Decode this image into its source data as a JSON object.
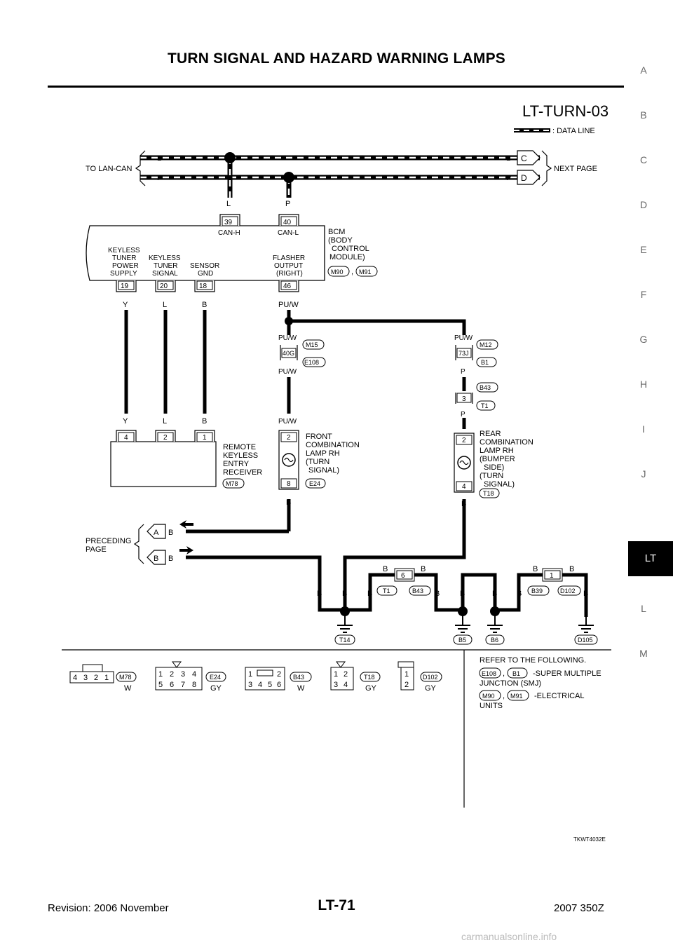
{
  "header": {
    "title": "TURN SIGNAL AND HAZARD WARNING LAMPS",
    "diagram_code": "LT-TURN-03"
  },
  "side_index": {
    "letters": [
      "A",
      "B",
      "C",
      "D",
      "E",
      "F",
      "G",
      "H",
      "I",
      "J",
      "LT",
      "L",
      "M"
    ],
    "active": "LT"
  },
  "legend": {
    "data_line": ": DATA LINE"
  },
  "labels": {
    "to_lan_can": "TO LAN-CAN",
    "next_page": "NEXT PAGE",
    "preceding_page": [
      "PRECEDING",
      "PAGE"
    ],
    "conn_L": "L",
    "conn_P": "P",
    "conn_C": "C",
    "conn_D": "D",
    "conn_A": "A",
    "conn_B": "B"
  },
  "bcm": {
    "name": [
      "BCM",
      "(BODY",
      "CONTROL",
      "MODULE)"
    ],
    "connectors": [
      "M90",
      "M91"
    ],
    "pins_top": [
      {
        "pin": "39",
        "name": "CAN-H",
        "wire": "L"
      },
      {
        "pin": "40",
        "name": "CAN-L",
        "wire": "P"
      }
    ],
    "pins_bottom": [
      {
        "pin": "19",
        "name": [
          "KEYLESS",
          "TUNER",
          "POWER",
          "SUPPLY"
        ],
        "wire": "Y"
      },
      {
        "pin": "20",
        "name": [
          "KEYLESS",
          "TUNER",
          "SIGNAL"
        ],
        "wire": "L"
      },
      {
        "pin": "18",
        "name": [
          "SENSOR",
          "GND"
        ],
        "wire": "B"
      },
      {
        "pin": "46",
        "name": [
          "FLASHER",
          "OUTPUT",
          "(RIGHT)"
        ],
        "wire": "PU/W"
      }
    ]
  },
  "joints": [
    {
      "pin": "40G",
      "conn_top": "M15",
      "conn_bottom": "E108",
      "wire_top": "PU/W",
      "wire_bottom": "PU/W"
    },
    {
      "pin": "73J",
      "conn_top": "M12",
      "conn_bottom": "B1",
      "wire_top": "PU/W",
      "wire_bottom": "P"
    },
    {
      "pin": "3",
      "conn_top": "B43",
      "conn_bottom": "T1",
      "wire_top": "P",
      "wire_bottom": "P"
    }
  ],
  "receiver": {
    "name": [
      "REMOTE",
      "KEYLESS",
      "ENTRY",
      "RECEIVER"
    ],
    "connector": "M78",
    "pins": [
      "4",
      "2",
      "1"
    ],
    "wires": [
      "Y",
      "L",
      "B"
    ]
  },
  "front_lamp": {
    "name": [
      "FRONT",
      "COMBINATION",
      "LAMP RH",
      "(TURN",
      "SIGNAL)"
    ],
    "connector": "E24",
    "pins": [
      "2",
      "8"
    ],
    "wires": [
      "PU/W",
      "B"
    ]
  },
  "rear_lamp": {
    "name": [
      "REAR",
      "COMBINATION",
      "LAMP RH",
      "(BUMPER",
      "SIDE)",
      "(TURN",
      "SIGNAL)"
    ],
    "connector": "T18",
    "pins": [
      "2",
      "4"
    ],
    "wires": [
      "P",
      "B"
    ]
  },
  "ground_section": {
    "wire": "B",
    "inline": [
      {
        "pin": "6",
        "conns": [
          "T1",
          "B43"
        ]
      },
      {
        "pin": "1",
        "conns": [
          "B39",
          "D102"
        ]
      }
    ],
    "grounds": [
      "T14",
      "B5",
      "B6",
      "D105"
    ]
  },
  "connector_views": [
    {
      "id": "M78",
      "color": "W",
      "pins": [
        "4",
        "3",
        "2",
        "1"
      ]
    },
    {
      "id": "E24",
      "color": "GY",
      "pins": [
        "1",
        "2",
        "3",
        "4",
        "5",
        "6",
        "7",
        "8"
      ]
    },
    {
      "id": "B43",
      "color": "W",
      "pins": [
        "1",
        "2",
        "3",
        "4",
        "5",
        "6"
      ]
    },
    {
      "id": "T18",
      "color": "GY",
      "pins": [
        "1",
        "2",
        "3",
        "4"
      ]
    },
    {
      "id": "D102",
      "color": "GY",
      "pins": [
        "1",
        "2"
      ]
    }
  ],
  "refer": {
    "heading": "REFER TO THE FOLLOWING.",
    "items": [
      {
        "conns": [
          "E108",
          "B1"
        ],
        "text": [
          "-SUPER MULTIPLE",
          "JUNCTION (SMJ)"
        ]
      },
      {
        "conns": [
          "M90",
          "M91"
        ],
        "text": [
          "-ELECTRICAL",
          "UNITS"
        ]
      }
    ]
  },
  "figure_code": "TKWT4032E",
  "footer": {
    "revision": "Revision: 2006 November",
    "page": "LT-71",
    "model": "2007 350Z",
    "watermark": "carmanualsonline.info"
  }
}
